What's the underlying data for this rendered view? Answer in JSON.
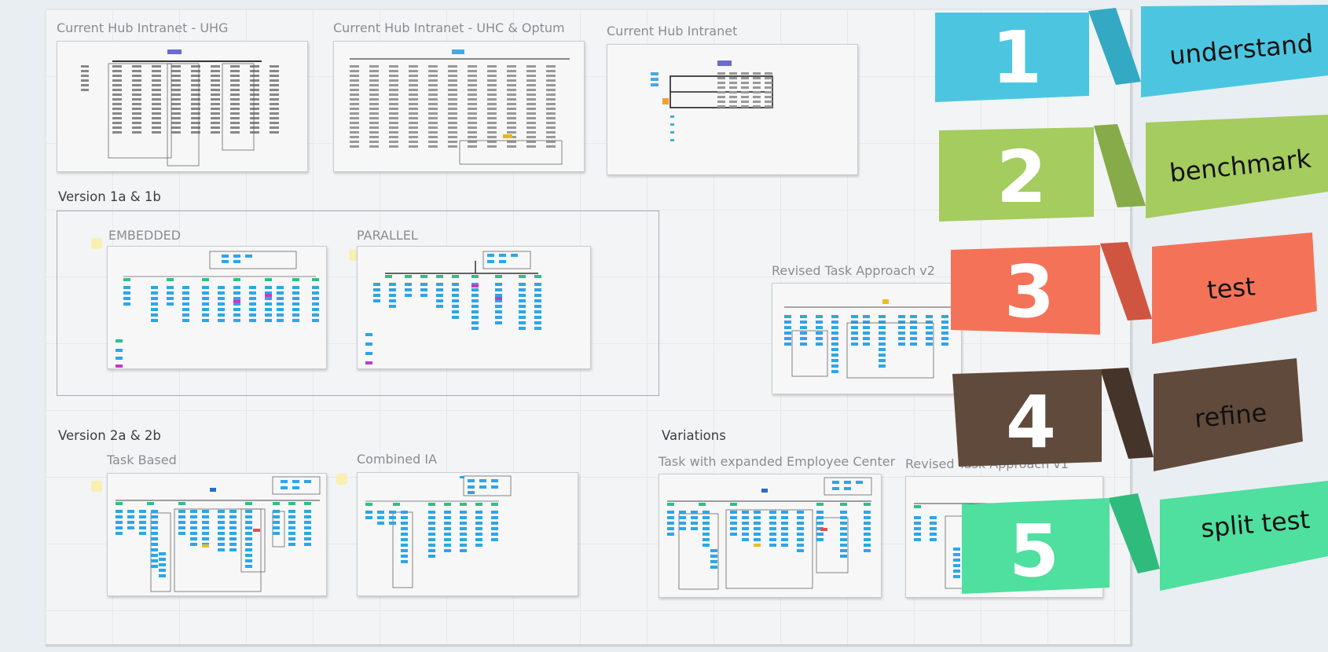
{
  "sections": {
    "current_uhg": "Current Hub Intranet - UHG",
    "current_uhc": "Current Hub Intranet - UHC & Optum",
    "current_hub": "Current Hub Intranet",
    "version1": "Version 1a & 1b",
    "embedded": "EMBEDDED",
    "parallel": "PARALLEL",
    "revised_v2": "Revised Task Approach v2",
    "version2": "Version 2a & 2b",
    "task_based": "Task Based",
    "combined_ia": "Combined IA",
    "variations": "Variations",
    "task_expanded": "Task with expanded Employee Center",
    "revised_v1": "Revised Task Approach v1"
  },
  "steps": [
    {
      "number": "1",
      "label": "understand",
      "color": "#4cc6e0",
      "shade": "#33a9c3"
    },
    {
      "number": "2",
      "label": "benchmark",
      "color": "#a4cc5e",
      "shade": "#86ab48"
    },
    {
      "number": "3",
      "label": "test",
      "color": "#f47358",
      "shade": "#d05540"
    },
    {
      "number": "4",
      "label": "refine",
      "color": "#604a3b",
      "shade": "#45342a"
    },
    {
      "number": "5",
      "label": "split test",
      "color": "#4fdf9e",
      "shade": "#2fbb7c"
    }
  ]
}
